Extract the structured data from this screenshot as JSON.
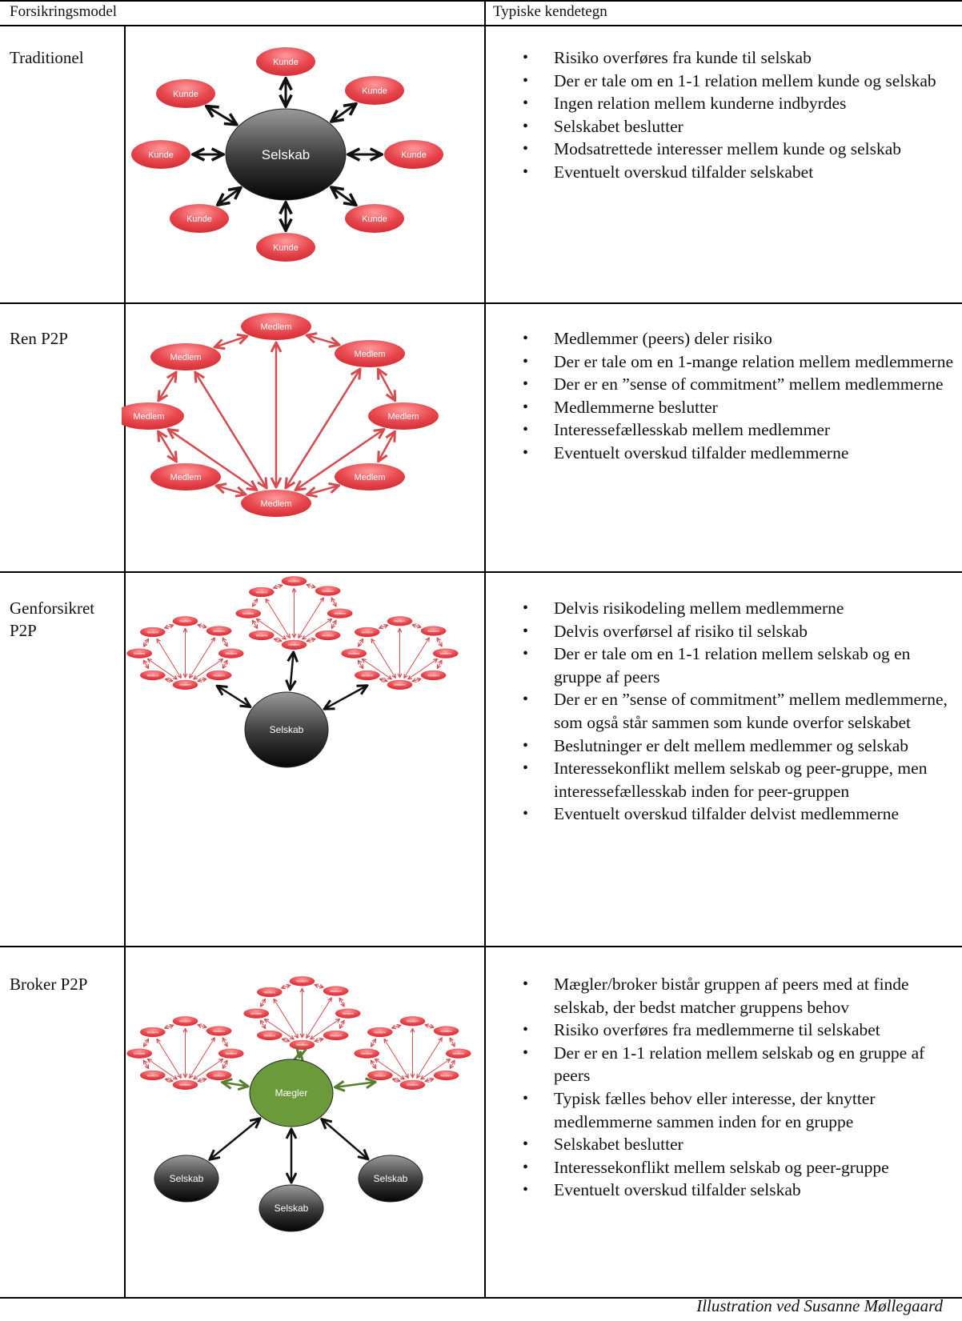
{
  "header": {
    "col_model": "Forsikringsmodel",
    "col_features": "Typiske kendetegn"
  },
  "colors": {
    "node_red": "#e8474e",
    "node_dark": "#3a3a3a",
    "node_green": "#6a9a3a",
    "arrow_black": "#111111",
    "arrow_red": "#d94a4f",
    "arrow_green": "#557f2c"
  },
  "rows": [
    {
      "model": "Traditionel",
      "diagram": {
        "center": "Selskab",
        "satellite": "Kunde",
        "satellite_count": 8
      },
      "features": [
        "Risiko overføres fra kunde til selskab",
        "Der er tale om en 1-1 relation mellem kunde og selskab",
        "Ingen relation mellem kunderne indbyrdes",
        "Selskabet beslutter",
        "Modsatrettede interesser mellem kunde og selskab",
        "Eventuelt overskud tilfalder selskabet"
      ]
    },
    {
      "model": "Ren P2P",
      "diagram": {
        "node": "Medlem",
        "node_count": 8
      },
      "features": [
        "Medlemmer (peers) deler risiko",
        "Der er tale om en 1-mange relation mellem medlemmerne",
        "Der er en ”sense of commitment” mellem medlemmerne",
        "Medlemmerne beslutter",
        "Interessefællesskab mellem medlemmer",
        "Eventuelt overskud tilfalder medlemmerne"
      ]
    },
    {
      "model": "Genforsikret P2P",
      "diagram": {
        "center": "Selskab",
        "node": "Medlem",
        "group_count": 3
      },
      "features": [
        "Delvis risikodeling mellem medlemmerne",
        "Delvis overførsel af risiko til selskab",
        "Der er tale om en 1-1 relation mellem selskab og en gruppe af peers",
        "Der er en ”sense of commitment” mellem medlemmerne, som også står sammen som kunde overfor selskabet",
        "Beslutninger er delt mellem medlemmer og selskab",
        "Interessekonflikt mellem selskab og peer-gruppe, men interessefællesskab inden for peer-gruppen",
        "Eventuelt overskud tilfalder delvist medlemmerne"
      ]
    },
    {
      "model": "Broker P2P",
      "diagram": {
        "broker": "Mægler",
        "company": "Selskab",
        "node": "Medlem",
        "group_count": 3,
        "company_count": 3
      },
      "features": [
        "Mægler/broker bistår gruppen af peers med at finde selskab, der bedst matcher gruppens behov",
        "Risiko overføres fra medlemmerne til selskabet",
        "Der er en 1-1 relation mellem selskab og en gruppe af peers",
        "Typisk fælles behov eller interesse, der knytter medlemmerne sammen inden for en gruppe",
        "Selskabet beslutter",
        "Interessekonflikt mellem selskab og peer-gruppe",
        "Eventuelt overskud tilfalder selskab"
      ]
    }
  ],
  "credit": "Illustration ved Susanne Møllegaard"
}
